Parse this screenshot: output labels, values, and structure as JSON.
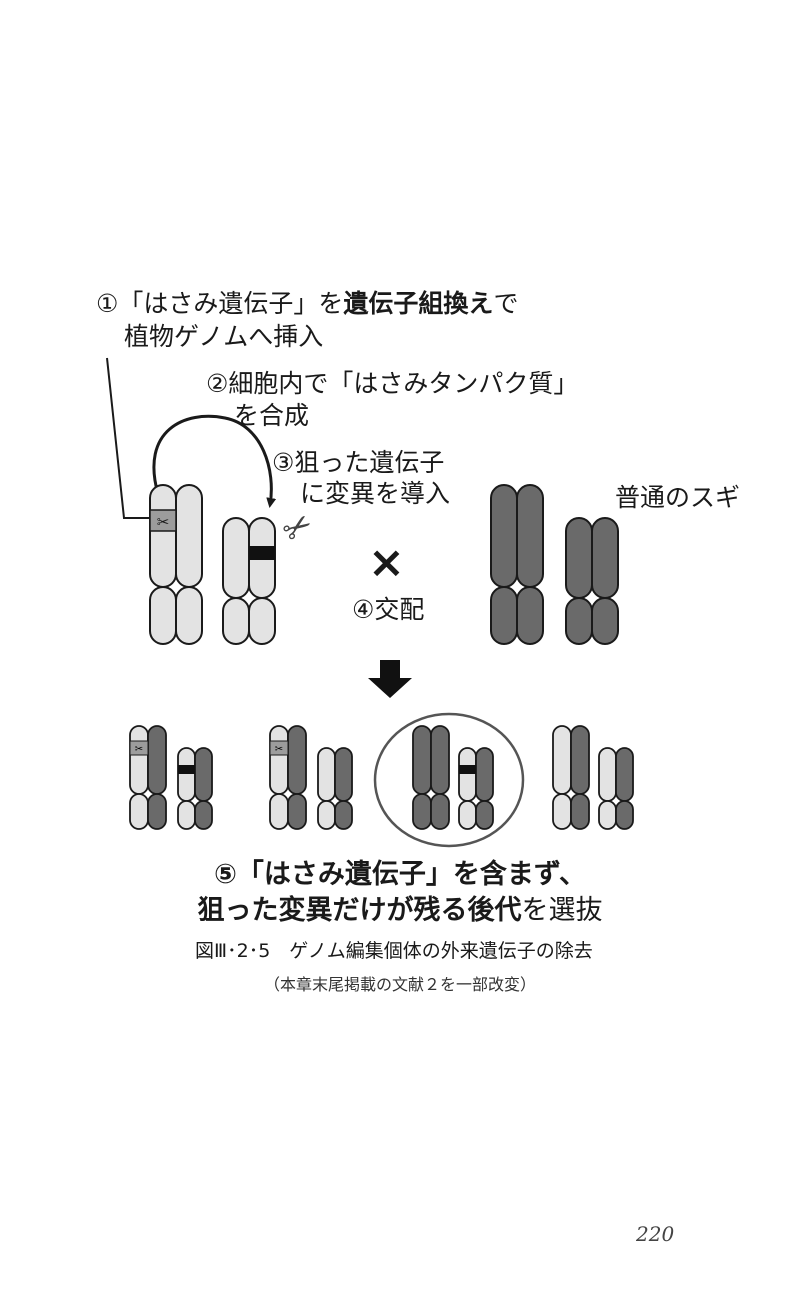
{
  "step1": {
    "prefix": "①「はさみ遺伝子」を",
    "bold": "遺伝子組換え",
    "suffix": "で",
    "line2": "植物ゲノムへ挿入"
  },
  "step2": {
    "line1": "②細胞内で「はさみタンパク質」",
    "line2": "を合成"
  },
  "step3": {
    "line1": "③狙った遺伝子",
    "line2": "に変異を導入"
  },
  "cross": {
    "symbol": "×",
    "label": "④交配"
  },
  "normal_sugi": "普通のスギ",
  "step5": {
    "line1_bold": "⑤「はさみ遺伝子」を含まず、",
    "line2_bold": "狙った変異だけが残る後代",
    "line2_suffix": "を選抜"
  },
  "caption": "図Ⅲ･2･5　ゲノム編集個体の外来遺伝子の除去",
  "source_note": "（本章末尾掲載の文献２を一部改変）",
  "page_number": "220",
  "colors": {
    "light": "#e3e3e3",
    "dark": "#6a6a6a",
    "ink": "#1a1a1a",
    "scissor_box": "#9c9c9c"
  },
  "icons": {
    "scissors": "scissors-icon",
    "arrow": "down-arrow-icon"
  }
}
